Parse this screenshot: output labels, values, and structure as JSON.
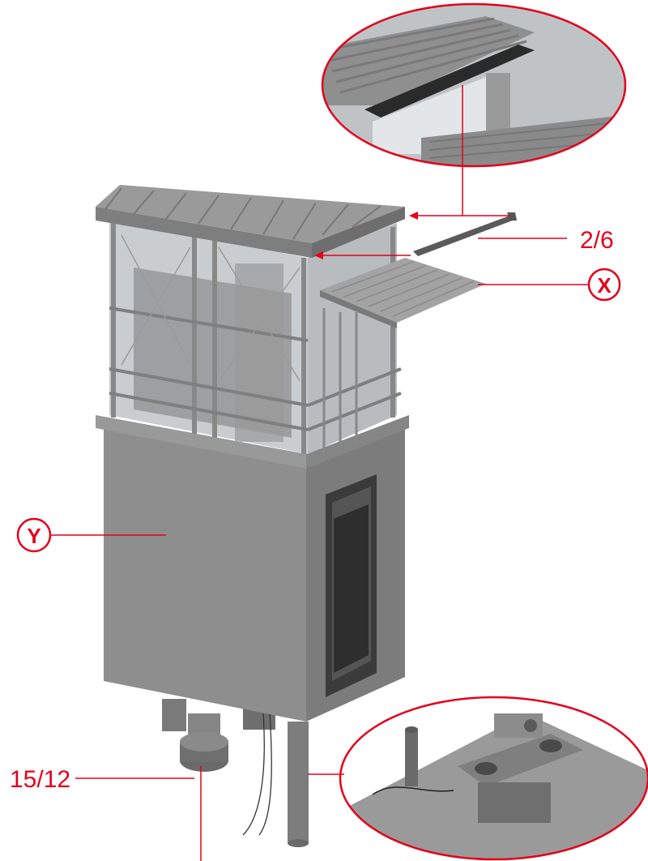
{
  "labels": {
    "part_2_6": "2/6",
    "part_x": "X",
    "part_y": "Y",
    "part_15_12": "15/12"
  },
  "colors": {
    "callout": "#e3001b",
    "model_body": "#8c8c8c",
    "model_dark": "#5e5e5e",
    "model_light": "#a9a9a9",
    "glass": "#d9dde0"
  }
}
